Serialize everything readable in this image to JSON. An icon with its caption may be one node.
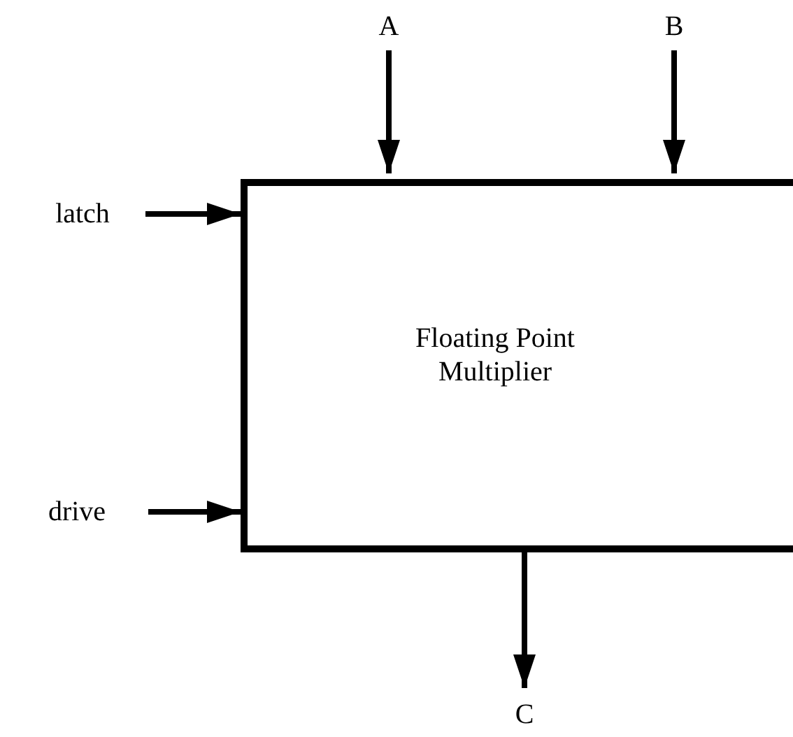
{
  "diagram": {
    "nodes": [
      {
        "text": [
          "Floating Point Multiplier"
        ]
      },
      {
        "text": [
          "A"
        ]
      },
      {
        "text": [
          "B"
        ]
      },
      {
        "text": [
          "latch"
        ]
      },
      {
        "text": [
          "drive"
        ]
      },
      {
        "text": [
          "C"
        ]
      }
    ],
    "edges": [
      {
        "from": 1,
        "to": 0,
        "arrow": "to"
      },
      {
        "from": 2,
        "to": 0,
        "arrow": "to"
      },
      {
        "from": 3,
        "to": 0,
        "arrow": "to"
      },
      {
        "from": 4,
        "to": 0,
        "arrow": "to"
      },
      {
        "from": 0,
        "to": 5,
        "arrow": "to"
      }
    ]
  }
}
